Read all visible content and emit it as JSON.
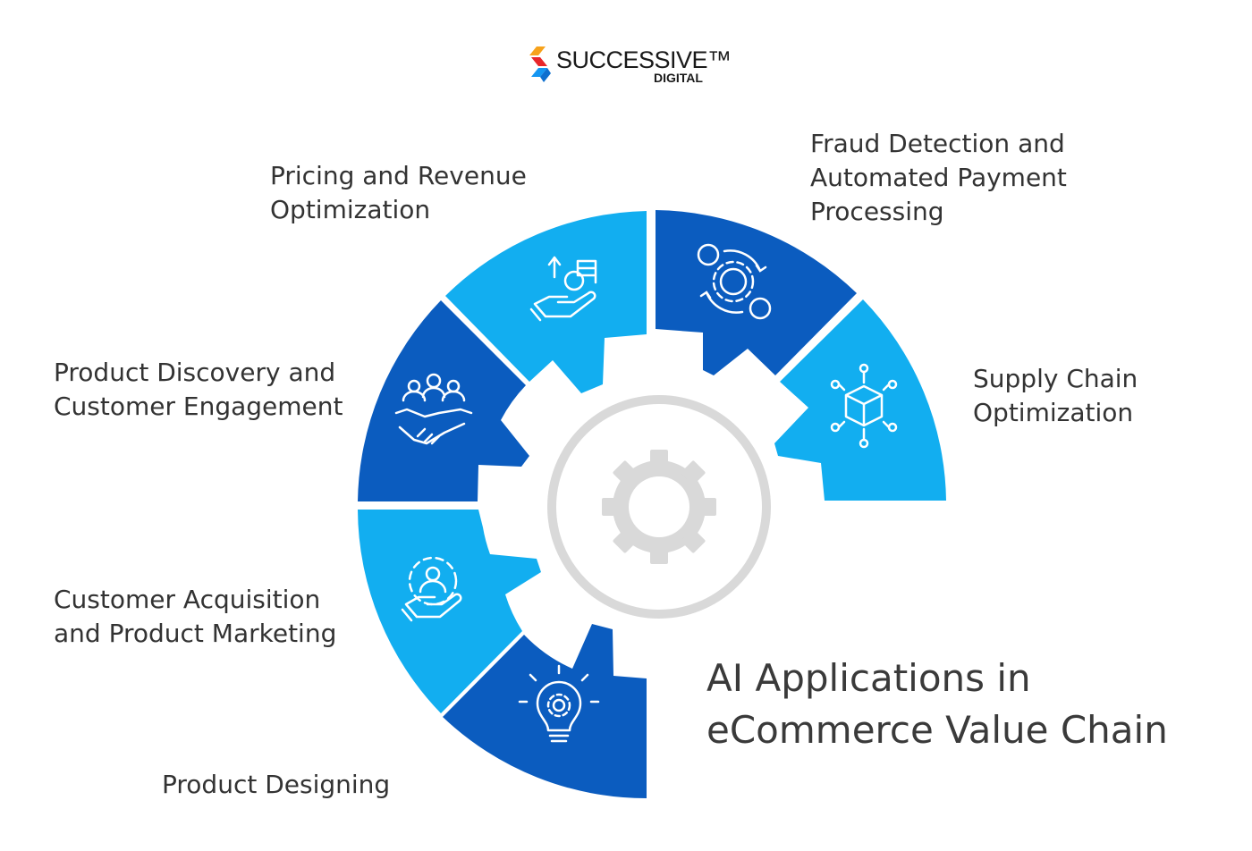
{
  "logo": {
    "brand": "SUCCESSIVE™",
    "sub": "DIGITAL"
  },
  "title": {
    "line1": "AI Applications in",
    "line2": "eCommerce Value Chain"
  },
  "labels": {
    "pricing": {
      "line1": "Pricing and Revenue",
      "line2": "Optimization"
    },
    "fraud": {
      "line1": "Fraud Detection and",
      "line2": "Automated Payment",
      "line3": "Processing"
    },
    "discovery": {
      "line1": "Product Discovery and",
      "line2": "Customer Engagement"
    },
    "supply": {
      "line1": "Supply Chain",
      "line2": "Optimization"
    },
    "acquisition": {
      "line1": "Customer Acquisition",
      "line2": "and Product Marketing"
    },
    "designing": {
      "line1": "Product Designing"
    }
  },
  "colors": {
    "dark_blue": "#0b5cbf",
    "light_blue": "#12aef0",
    "gear_gray": "#d9d9d9",
    "text": "#333333"
  },
  "icons": {
    "pricing": "coins-in-hand-icon",
    "fraud": "dollar-gear-cycle-icon",
    "discovery": "handshake-team-icon",
    "supply": "network-box-icon",
    "acquisition": "user-cycle-hand-icon",
    "designing": "lightbulb-gear-icon"
  }
}
